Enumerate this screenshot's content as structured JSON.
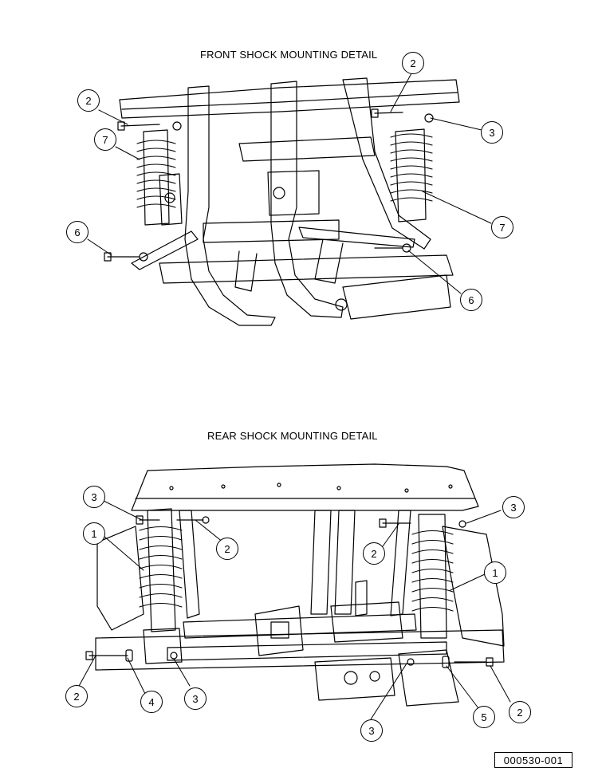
{
  "front": {
    "title": "FRONT SHOCK MOUNTING DETAIL",
    "callouts": [
      "2",
      "2",
      "3",
      "7",
      "7",
      "6",
      "6"
    ]
  },
  "rear": {
    "title": "REAR SHOCK MOUNTING DETAIL",
    "callouts": [
      "3",
      "3",
      "1",
      "1",
      "2",
      "2",
      "2",
      "4",
      "3",
      "3",
      "5",
      "2"
    ]
  },
  "doc_number": "000530-001"
}
